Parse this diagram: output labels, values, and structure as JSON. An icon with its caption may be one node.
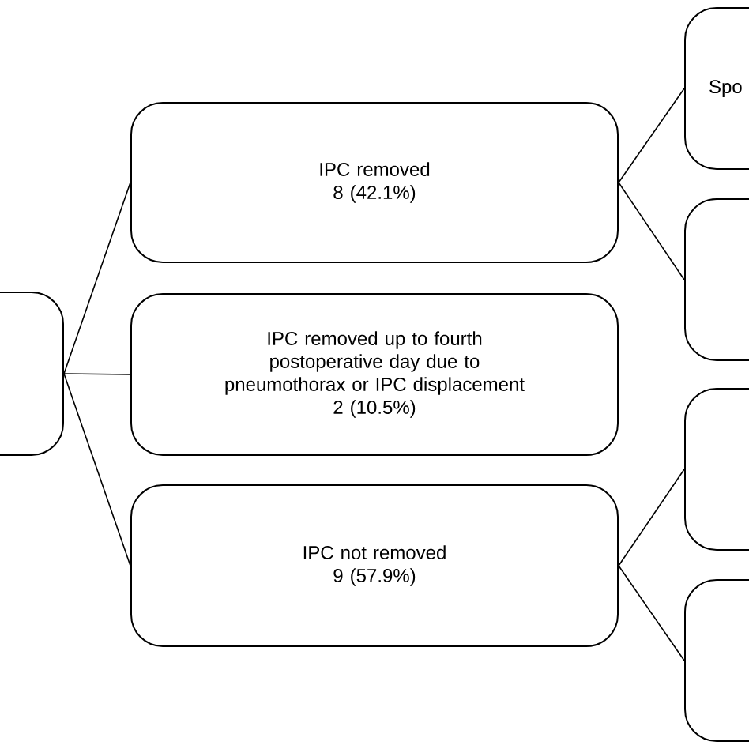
{
  "diagram": {
    "nodes": [
      {
        "text": [],
        "shape": "box"
      },
      {
        "text": [
          "IPC removed",
          "8 (42.1%)"
        ]
      },
      {
        "text": [
          "IPC removed up to fourth postoperative day due to pneumothorax or IPC displacement",
          "2 (10.5%)"
        ]
      },
      {
        "text": [
          "IPC not removed",
          "9 (57.9%)"
        ]
      },
      {
        "text": [
          "Spo"
        ]
      },
      {
        "text": [],
        "shape": "box"
      },
      {
        "text": [],
        "shape": "box"
      },
      {
        "text": [],
        "shape": "box"
      }
    ],
    "edges": [
      {
        "from": 0,
        "to": 1,
        "arrow": "none"
      },
      {
        "from": 0,
        "to": 2,
        "arrow": "none"
      },
      {
        "from": 0,
        "to": 3,
        "arrow": "none"
      },
      {
        "from": 1,
        "to": 4,
        "arrow": "none"
      },
      {
        "from": 1,
        "to": 5,
        "arrow": "none"
      },
      {
        "from": 3,
        "to": 6,
        "arrow": "none"
      },
      {
        "from": 3,
        "to": 7,
        "arrow": "none"
      }
    ]
  }
}
